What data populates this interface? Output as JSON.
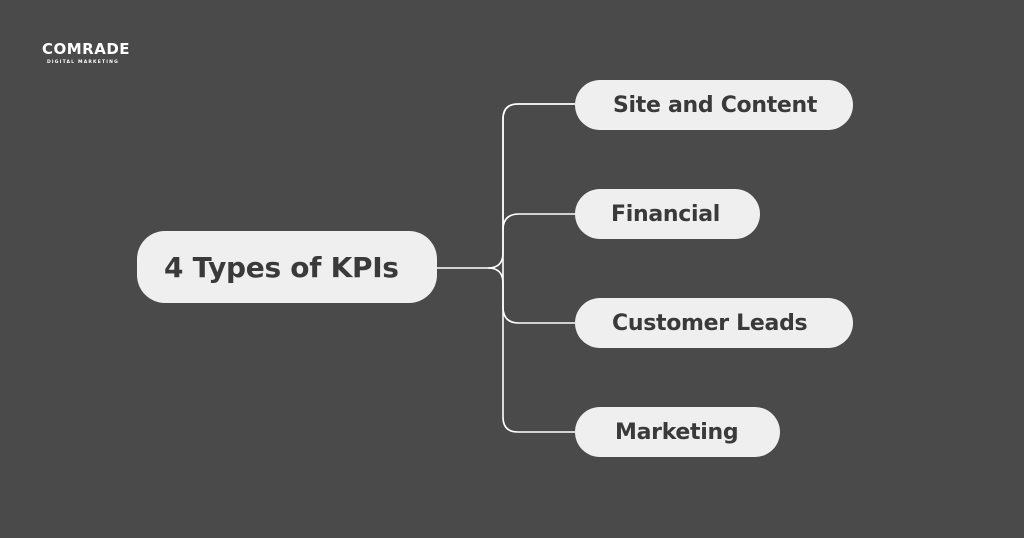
{
  "brand": {
    "name": "COMRADE",
    "tagline": "DIGITAL MARKETING"
  },
  "diagram": {
    "central": "4 Types of KPIs",
    "branches": [
      {
        "label": "Site and Content"
      },
      {
        "label": "Financial"
      },
      {
        "label": "Customer Leads"
      },
      {
        "label": "Marketing"
      }
    ]
  },
  "colors": {
    "background": "#4a4a4a",
    "pill": "#efefef",
    "pill_text": "#3a3a3a",
    "connector": "#ffffff",
    "logo": "#ffffff"
  }
}
